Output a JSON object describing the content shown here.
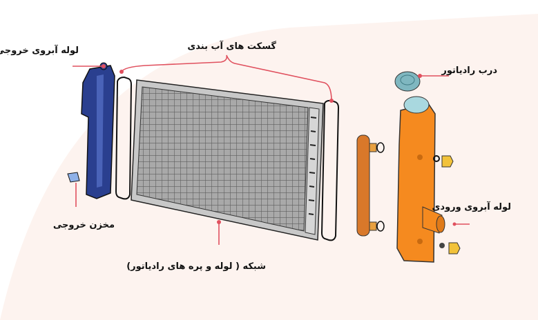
{
  "diagram": {
    "labels": {
      "outlet_pipe": "لوله آبروی خروجی",
      "gaskets": "گسکت های آب بندی",
      "radiator_cap": "درب رادیاتور",
      "inlet_pipe": "لوله آبروی ورودی",
      "outlet_tank": "مخزن خروجی",
      "core": "شبکه ( لوله و پره های رادیاتور)"
    },
    "colors": {
      "leader": "#e0505e",
      "outlet_tank": "#2a3f8f",
      "inlet_tank": "#f58a1f",
      "core": "#9a9a9a",
      "cap": "#7fb7c0"
    }
  }
}
